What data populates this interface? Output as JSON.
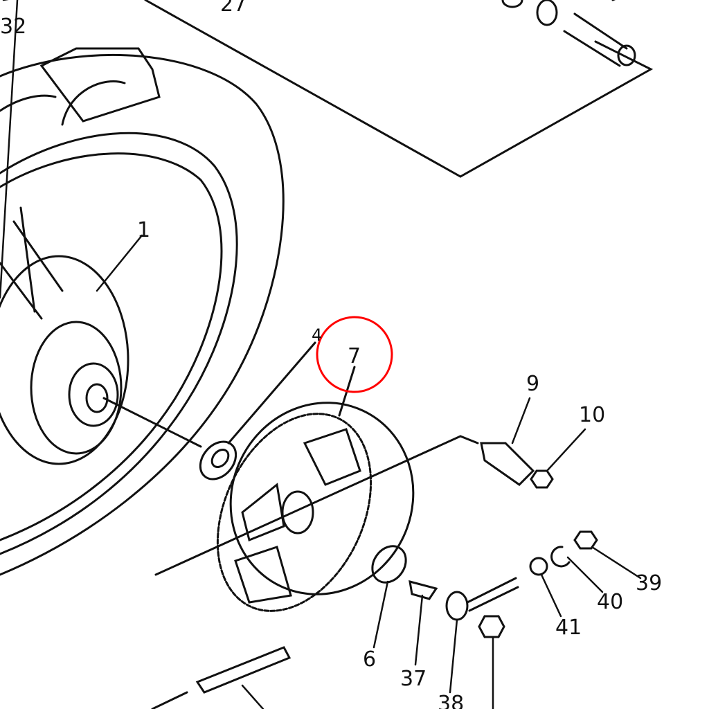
{
  "diagram": {
    "labels": {
      "p32": "32",
      "p27": "27",
      "p1": "1",
      "p4": "4",
      "p7": "7",
      "p9": "9",
      "p10": "10",
      "p39": "39",
      "p40": "40",
      "p41": "41",
      "p6": "6",
      "p37": "37",
      "p38": "38"
    },
    "highlight_color": "#ff0000",
    "line_color": "#111111"
  }
}
